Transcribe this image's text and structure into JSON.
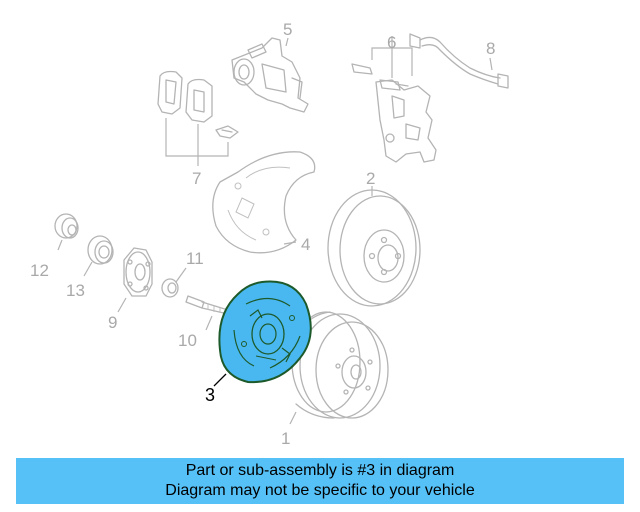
{
  "callouts": {
    "c1": "1",
    "c2": "2",
    "c3": "3",
    "c4": "4",
    "c5": "5",
    "c6": "6",
    "c7": "7",
    "c8": "8",
    "c9": "9",
    "c10": "10",
    "c11": "11",
    "c12": "12",
    "c13": "13"
  },
  "highlight": {
    "part_number": "3",
    "color": "#4ab8f0",
    "outline_color": "#1d5a2b"
  },
  "banner": {
    "line1": "Part or sub-assembly is #3 in diagram",
    "line2": "Diagram may not be specific to your vehicle",
    "color": "#55c1f7"
  }
}
